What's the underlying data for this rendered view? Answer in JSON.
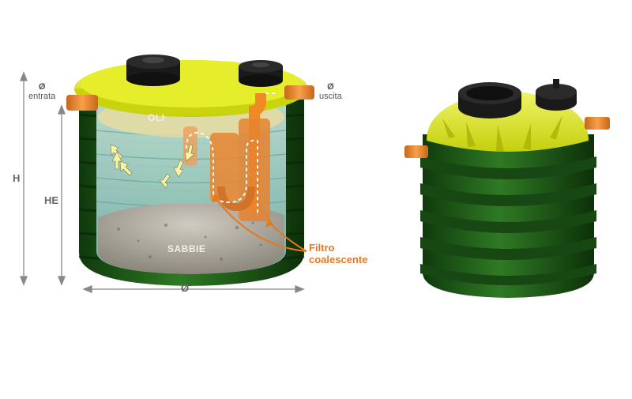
{
  "labels": {
    "height_total": "H",
    "height_inlet": "HE",
    "diameter": "Ø",
    "inlet_symbol": "Ø",
    "inlet": "entrata",
    "outlet_symbol": "Ø",
    "outlet": "uscita",
    "oil_zone": "OLI",
    "sand_zone": "SABBIE",
    "filter_line1": "Filtro",
    "filter_line2": "coalescente"
  },
  "colors": {
    "tank_green": "#1f5a1a",
    "lid_yellow": "#dde80f",
    "pipe_orange": "#f08a24",
    "callout_orange": "#e8781c",
    "water": "#9ccfcc",
    "sediment": "#b0aca2"
  }
}
